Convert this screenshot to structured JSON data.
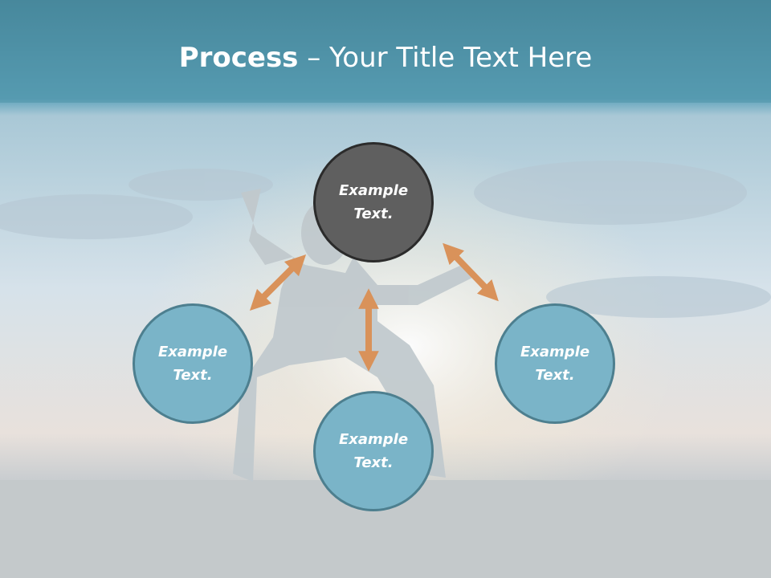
{
  "title": {
    "bold": "Process",
    "rest": " – Your Title Text Here"
  },
  "nodes": {
    "top": "Example\nText.",
    "left": "Example\nText.",
    "right": "Example\nText.",
    "bottom": "Example\nText."
  },
  "colors": {
    "header_band": "#4f93a8",
    "center_node": "#5f5f5f",
    "outer_node": "#7ab4c8",
    "arrow": "#d9925a"
  }
}
